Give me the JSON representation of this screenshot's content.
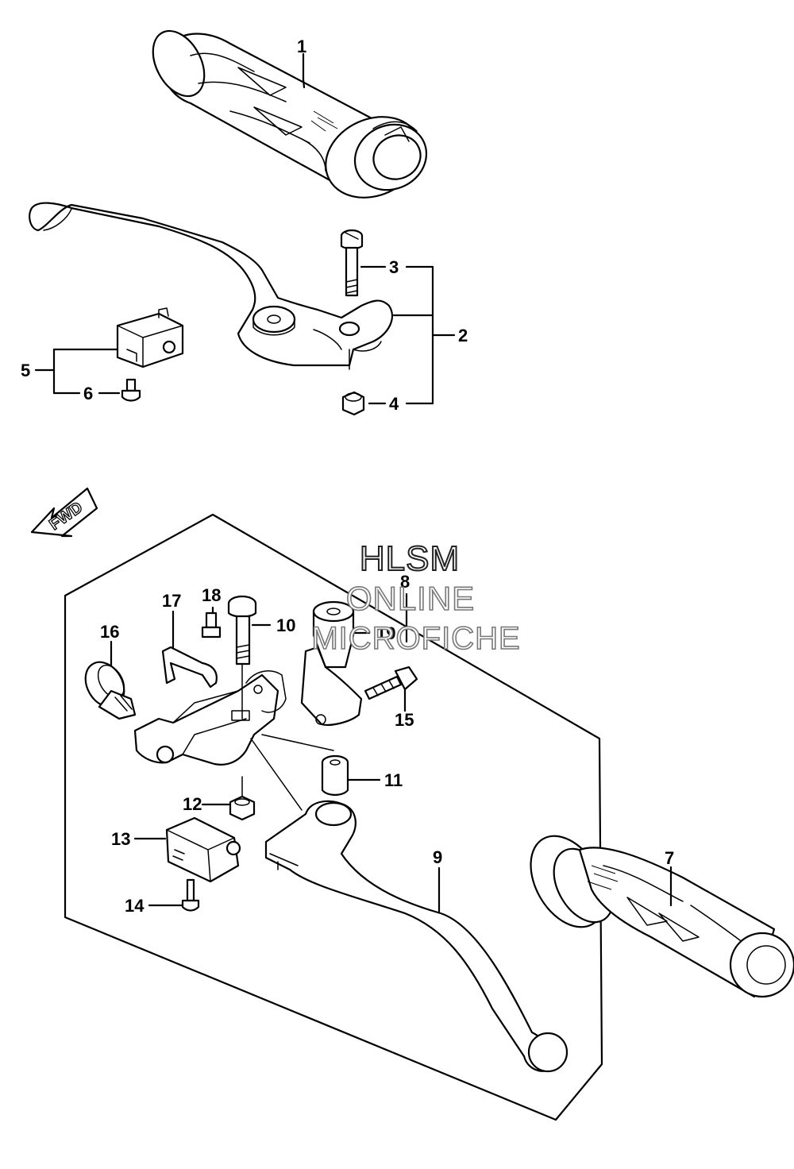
{
  "watermark": {
    "line1": "HLSM",
    "line2": "ONLINE",
    "line3": "MICROFICHE"
  },
  "direction_marker": {
    "label": "FWD",
    "icon": "arrow-forward-icon"
  },
  "callouts": [
    {
      "id": "1",
      "label": "1"
    },
    {
      "id": "2",
      "label": "2"
    },
    {
      "id": "3",
      "label": "3"
    },
    {
      "id": "4",
      "label": "4"
    },
    {
      "id": "5",
      "label": "5"
    },
    {
      "id": "6",
      "label": "6"
    },
    {
      "id": "7",
      "label": "7"
    },
    {
      "id": "8",
      "label": "8"
    },
    {
      "id": "9",
      "label": "9"
    },
    {
      "id": "10",
      "label": "10"
    },
    {
      "id": "11",
      "label": "11"
    },
    {
      "id": "12",
      "label": "12"
    },
    {
      "id": "13",
      "label": "13"
    },
    {
      "id": "14",
      "label": "14"
    },
    {
      "id": "15",
      "label": "15"
    },
    {
      "id": "16",
      "label": "16"
    },
    {
      "id": "17",
      "label": "17"
    },
    {
      "id": "18",
      "label": "18"
    },
    {
      "id": "19",
      "label": "19"
    }
  ]
}
